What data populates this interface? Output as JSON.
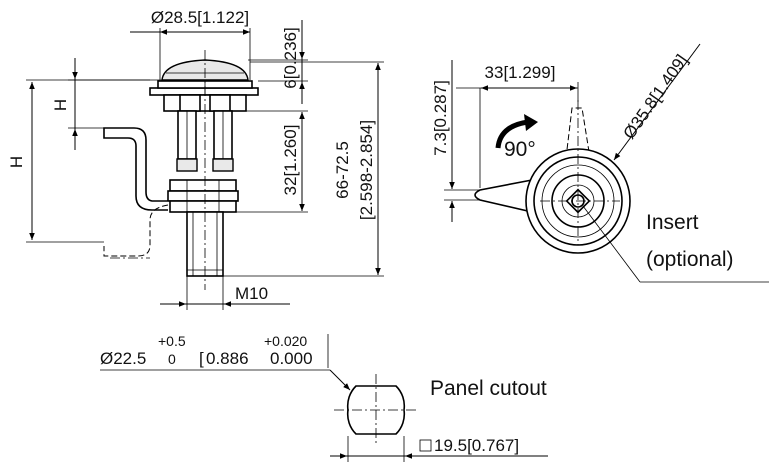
{
  "side_view": {
    "dim_H": "H",
    "dim_h": "H",
    "knob_diameter": "Ø28.5[1.122]",
    "flange_height": "6[0.236]",
    "grip_length": "32[1.260]",
    "overall_mm": "66-72.5",
    "overall_in": "[2.598-2.854]",
    "thread": "M10"
  },
  "front_view": {
    "cam_length": "33[1.299]",
    "cam_thickness": "7.3[0.287]",
    "outer_diameter": "Ø35.8[1.409]",
    "rotation": "90°",
    "insert_label": "Insert",
    "insert_optional": "(optional)"
  },
  "panel_cutout": {
    "title": "Panel cutout",
    "diameter": "Ø22.5",
    "tol_upper_mm": "+0.5",
    "tol_lower_mm": "0",
    "diameter_in": "0.886",
    "tol_upper_in": "+0.020",
    "tol_lower_in": "0.000",
    "flat": "19.5[0.767]"
  }
}
